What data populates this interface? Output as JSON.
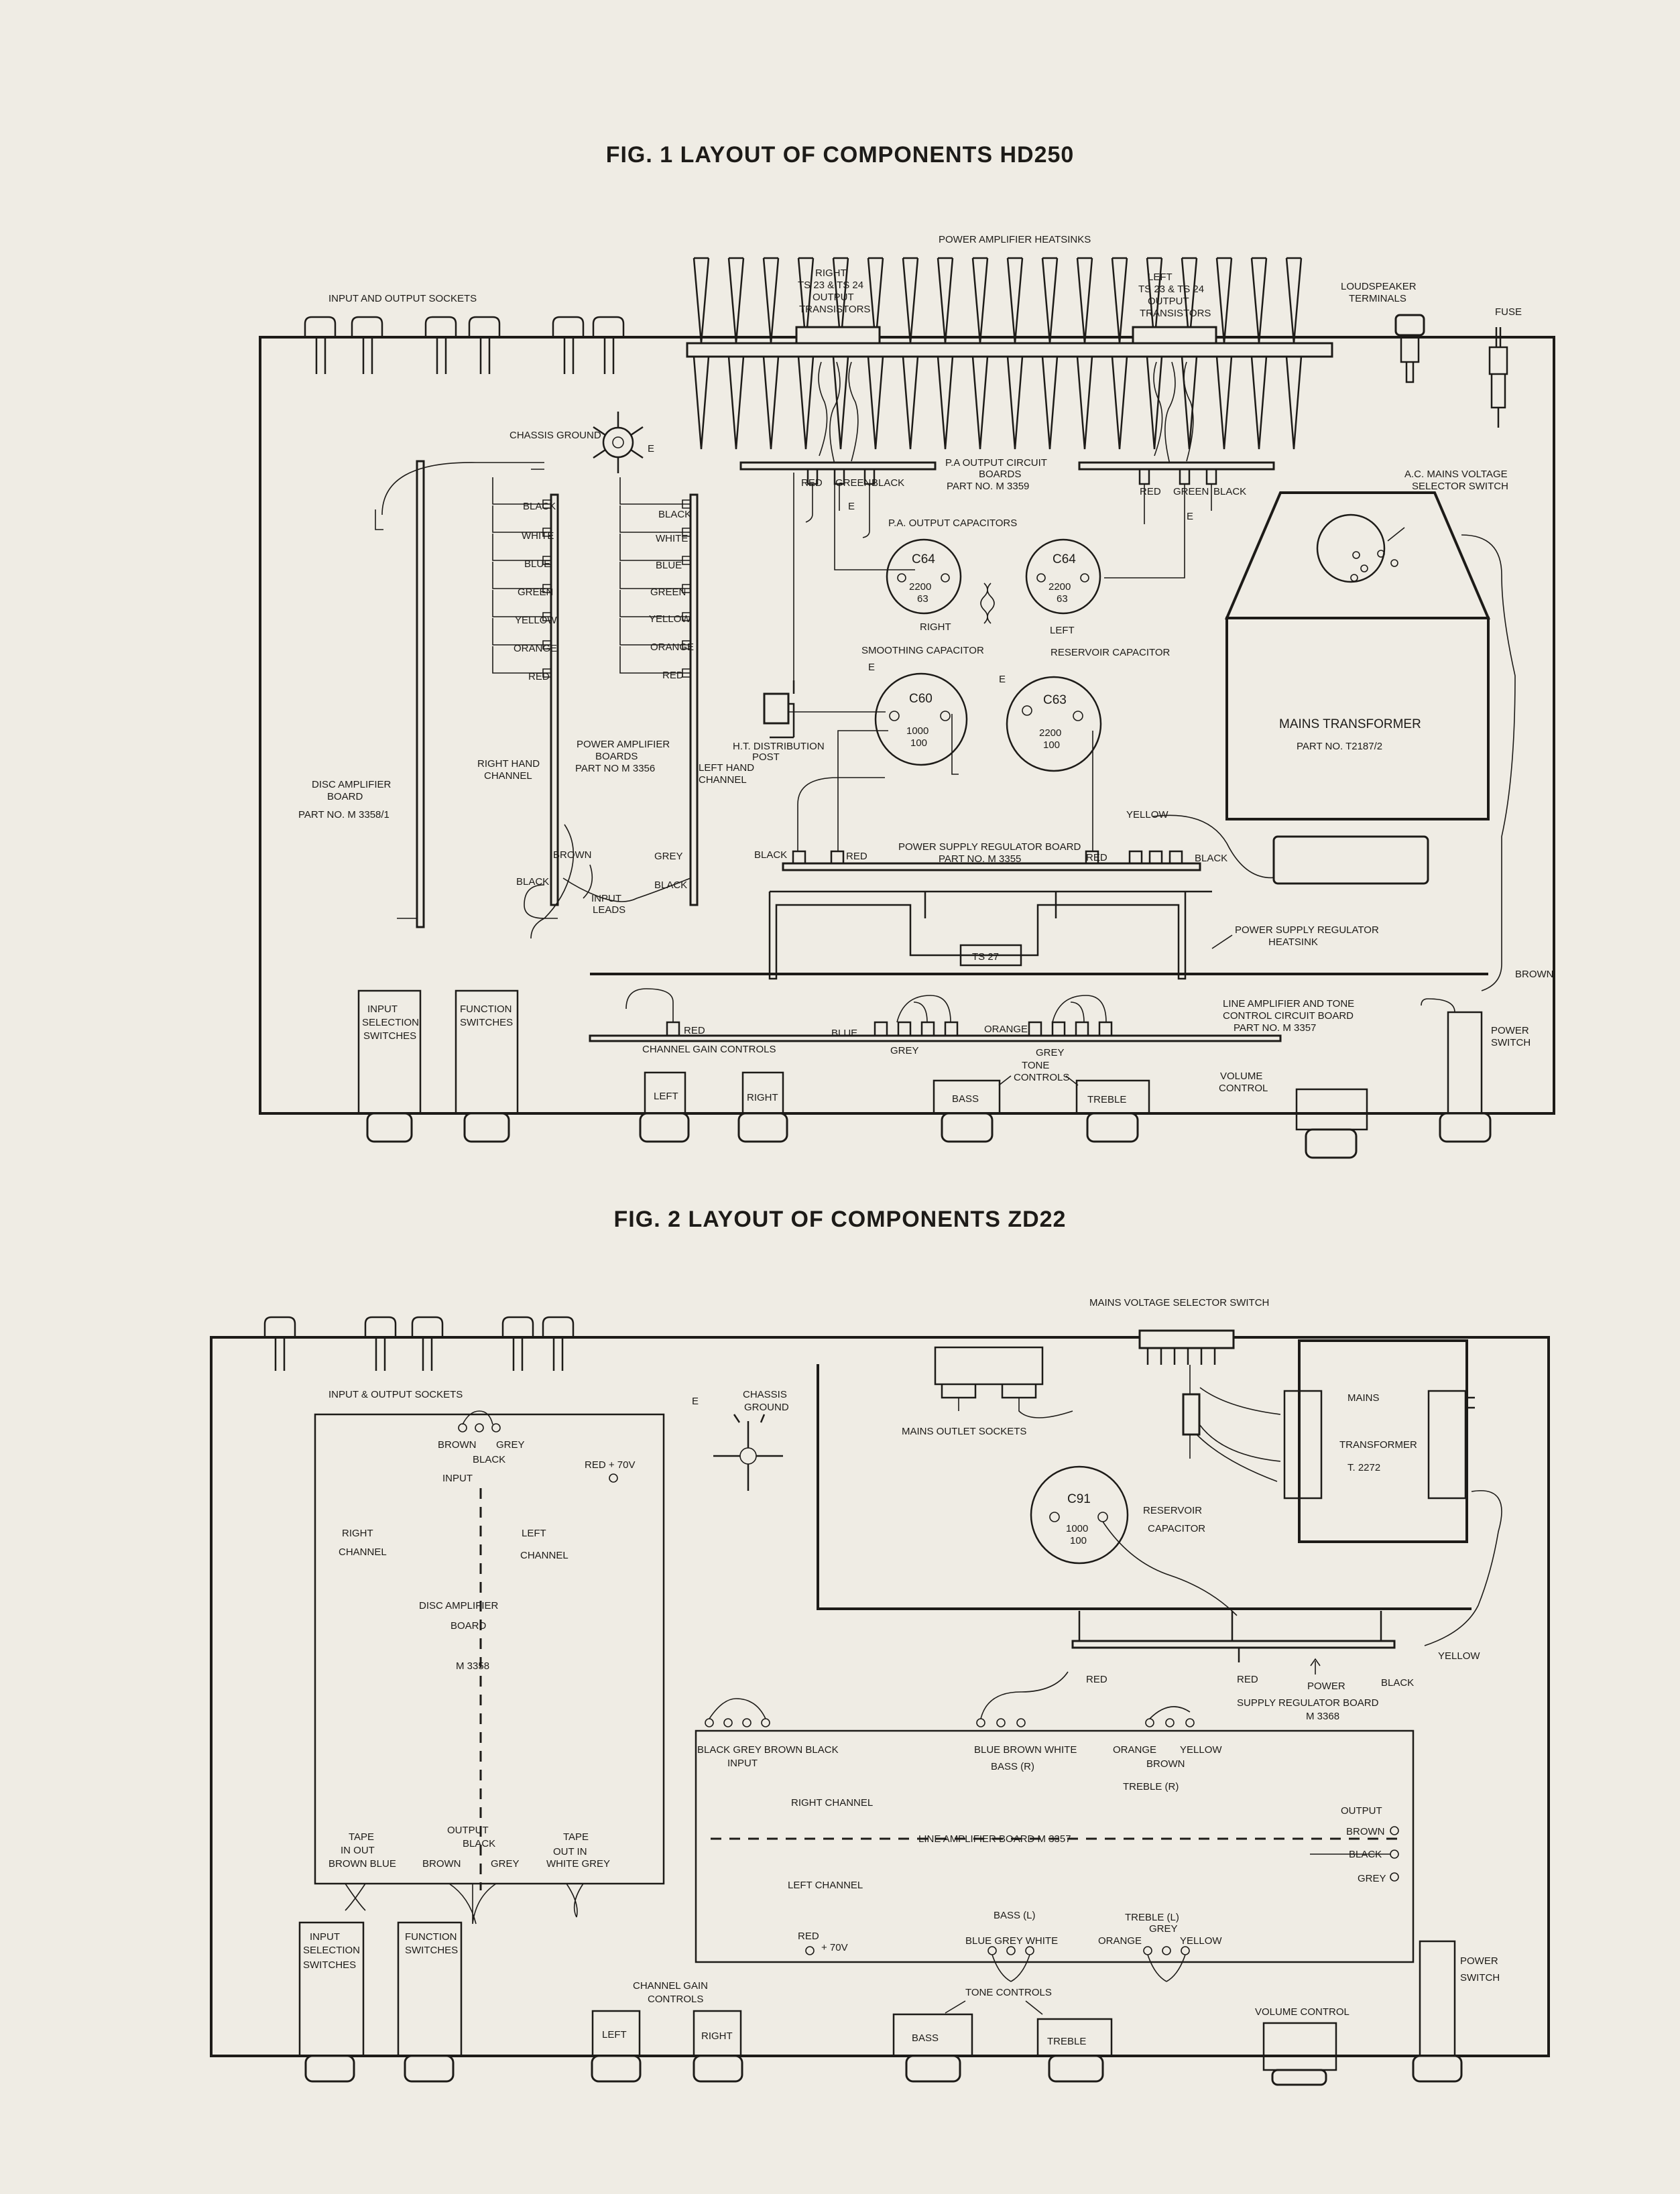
{
  "fig1": {
    "title": "FIG. 1     LAYOUT OF COMPONENTS     HD250",
    "labels": {
      "sockets": "INPUT AND OUTPUT SOCKETS",
      "heatsinks": "POWER AMPLIFIER HEATSINKS",
      "right_trans_1": "RIGHT",
      "right_trans_2": "TS 23 & TS 24",
      "right_trans_3": "OUTPUT",
      "right_trans_4": "TRANSISTORS",
      "left_trans_1": "LEFT",
      "left_trans_2": "TS 23 & TS 24",
      "left_trans_3": "OUTPUT",
      "left_trans_4": "TRANSISTORS",
      "ls_terminals_1": "LOUDSPEAKER",
      "ls_terminals_2": "TERMINALS",
      "fuse": "FUSE",
      "chassis_ground": "CHASSIS GROUND",
      "pa_boards_1": "P.A OUTPUT CIRCUIT",
      "pa_boards_2": "BOARDS",
      "pa_boards_3": "PART No. M 3359",
      "mains_selector_1": "A.C. MAINS VOLTAGE",
      "mains_selector_2": "SELECTOR SWITCH",
      "pa_caps": "P.A. OUTPUT CAPACITORS",
      "c64": "C64",
      "cap_val_2200": "2200",
      "cap_val_63": "63",
      "right": "RIGHT",
      "left": "LEFT",
      "smoothing": "SMOOTHING CAPACITOR",
      "reservoir": "RESERVOIR CAPACITOR",
      "c60": "C60",
      "c60_val_1": "1000",
      "c60_val_2": "100",
      "c63": "C63",
      "c63_val_1": "2200",
      "c63_val_2": "100",
      "e": "E",
      "ht_post_1": "H.T. DISTRIBUTION",
      "ht_post_2": "POST",
      "mains_trans_1": "MAINS TRANSFORMER",
      "mains_trans_2": "PART No. T2187/2",
      "disc_amp_1": "DISC AMPLIFIER",
      "disc_amp_2": "BOARD",
      "disc_amp_3": "PART No. M 3358/1",
      "right_hand_1": "RIGHT HAND",
      "right_hand_2": "CHANNEL",
      "pa_amp_boards_1": "POWER AMPLIFIER",
      "pa_amp_boards_2": "BOARDS",
      "pa_amp_boards_3": "PART No M 3356",
      "left_hand_1": "LEFT HAND",
      "left_hand_2": "CHANNEL",
      "input_leads_1": "INPUT",
      "input_leads_2": "LEADS",
      "psr_board_1": "POWER SUPPLY REGULATOR BOARD",
      "psr_board_2": "PART No. M 3355",
      "psr_heatsink_1": "POWER SUPPLY REGULATOR",
      "psr_heatsink_2": "HEATSINK",
      "ts27": "TS 27",
      "input_sel_1": "INPUT",
      "input_sel_2": "SELECTION",
      "input_sel_3": "SWITCHES",
      "func_1": "FUNCTION",
      "func_2": "SWITCHES",
      "line_amp_1": "LINE AMPLIFIER AND TONE",
      "line_amp_2": "CONTROL CIRCUIT BOARD",
      "line_amp_3": "PART No. M 3357",
      "channel_gain": "CHANNEL GAIN CONTROLS",
      "tone_1": "TONE",
      "tone_2": "CONTROLS",
      "volume_1": "VOLUME",
      "volume_2": "CONTROL",
      "power_1": "POWER",
      "power_2": "SWITCH",
      "bass": "BASS",
      "treble": "TREBLE",
      "knob_left": "LEFT",
      "knob_right": "RIGHT",
      "red": "RED",
      "green": "GREEN",
      "black": "BLACK",
      "white": "WHITE",
      "blue": "BLUE",
      "yellow": "YELLOW",
      "orange": "ORANGE",
      "grey": "GREY",
      "brown": "BROWN"
    }
  },
  "fig2": {
    "title": "FIG. 2     LAYOUT OF COMPONENTS     ZD22",
    "labels": {
      "mains_sel": "MAINS VOLTAGE SELECTOR SWITCH",
      "sockets": "INPUT & OUTPUT SOCKETS",
      "chassis_1": "CHASSIS",
      "chassis_2": "GROUND",
      "e": "E",
      "outlet": "MAINS OUTLET SOCKETS",
      "mains_1": "MAINS",
      "mains_2": "TRANSFORMER",
      "mains_3": "T. 2272",
      "brown": "BROWN",
      "grey": "GREY",
      "black": "BLACK",
      "input": "INPUT",
      "red70": "RED + 70V",
      "right_ch_1": "RIGHT",
      "right_ch_2": "CHANNEL",
      "left_ch_1": "LEFT",
      "left_ch_2": "CHANNEL",
      "disc_1": "DISC AMPLIFIER",
      "disc_2": "BOARD",
      "disc_3": "M 3358",
      "c91": "C91",
      "c91_val_1": "1000",
      "c91_val_2": "100",
      "reservoir_1": "RESERVOIR",
      "reservoir_2": "CAPACITOR",
      "yellow": "YELLOW",
      "red": "RED",
      "power_supply_1": "POWER",
      "power_supply_2": "SUPPLY REGULATOR BOARD",
      "power_supply_3": "M 3368",
      "input_wires": "BLACK GREY BROWN BLACK",
      "bass_r_wires": "BLUE BROWN WHITE",
      "bass_r": "BASS (R)",
      "treble_r_wires_1": "ORANGE",
      "treble_r_wires_2": "YELLOW",
      "treble_r": "TREBLE (R)",
      "right_channel": "RIGHT CHANNEL",
      "line_amp": "LINE AMPLIFIER BOARD  M 3357",
      "left_channel": "LEFT CHANNEL",
      "output": "OUTPUT",
      "tape": "TAPE",
      "tape_in_out": "IN    OUT",
      "tape_brown_blue": "BROWN BLUE",
      "output_2": "OUTPUT",
      "tape_out_in": "OUT   IN",
      "tape_white_grey": "WHITE GREY",
      "bass_l": "BASS (L)",
      "bass_l_wires": "BLUE GREY WHITE",
      "treble_l": "TREBLE (L)",
      "red_70v": "+ 70V",
      "input_sel_1": "INPUT",
      "input_sel_2": "SELECTION",
      "input_sel_3": "SWITCHES",
      "func_1": "FUNCTION",
      "func_2": "SWITCHES",
      "gain_1": "CHANNEL GAIN",
      "gain_2": "CONTROLS",
      "tone": "TONE CONTROLS",
      "volume": "VOLUME CONTROL",
      "power_1": "POWER",
      "power_2": "SWITCH",
      "bass": "BASS",
      "treble": "TREBLE",
      "knob_left": "LEFT",
      "knob_right": "RIGHT",
      "orange": "ORANGE"
    }
  }
}
